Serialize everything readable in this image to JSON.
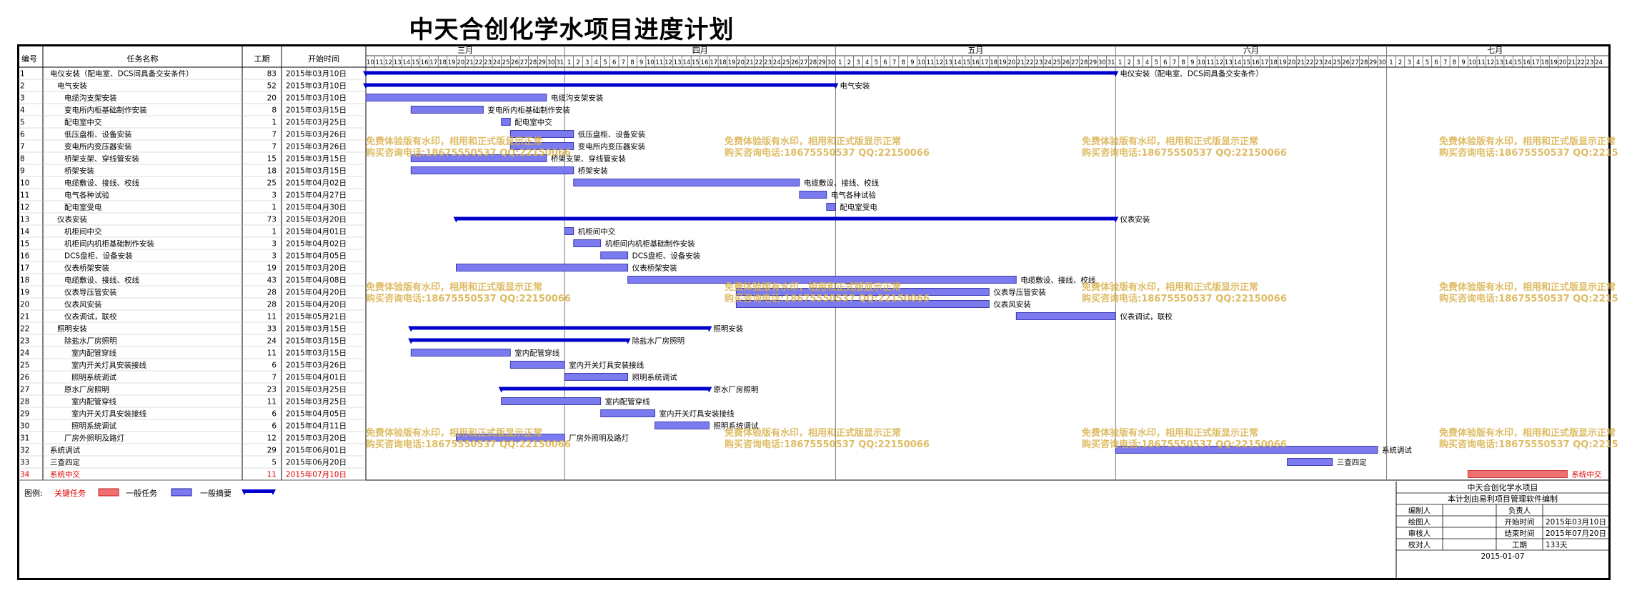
{
  "title": "中天合创化学水项目进度计划",
  "columns": {
    "id": "编号",
    "name": "任务名称",
    "duration": "工期",
    "start": "开始时间"
  },
  "months": [
    {
      "label": "三月",
      "days": [
        "10",
        "11",
        "12",
        "13",
        "14",
        "15",
        "16",
        "17",
        "18",
        "19",
        "20",
        "21",
        "22",
        "23",
        "24",
        "25",
        "26",
        "27",
        "28",
        "29",
        "30",
        "31"
      ]
    },
    {
      "label": "四月",
      "days": [
        "1",
        "2",
        "3",
        "4",
        "5",
        "6",
        "7",
        "8",
        "9",
        "10",
        "11",
        "12",
        "13",
        "14",
        "15",
        "16",
        "17",
        "18",
        "19",
        "20",
        "21",
        "22",
        "23",
        "24",
        "25",
        "26",
        "27",
        "28",
        "29",
        "30"
      ]
    },
    {
      "label": "五月",
      "days": [
        "1",
        "2",
        "3",
        "4",
        "5",
        "6",
        "7",
        "8",
        "9",
        "10",
        "11",
        "12",
        "13",
        "14",
        "15",
        "16",
        "17",
        "18",
        "19",
        "20",
        "21",
        "22",
        "23",
        "24",
        "25",
        "26",
        "27",
        "28",
        "29",
        "30",
        "31"
      ]
    },
    {
      "label": "六月",
      "days": [
        "1",
        "2",
        "3",
        "4",
        "5",
        "6",
        "7",
        "8",
        "9",
        "10",
        "11",
        "12",
        "13",
        "14",
        "15",
        "16",
        "17",
        "18",
        "19",
        "20",
        "21",
        "22",
        "23",
        "24",
        "25",
        "26",
        "27",
        "28",
        "29",
        "30"
      ]
    },
    {
      "label": "七月",
      "days": [
        "1",
        "2",
        "3",
        "4",
        "5",
        "6",
        "7",
        "8",
        "9",
        "10",
        "11",
        "12",
        "13",
        "14",
        "15",
        "16",
        "17",
        "18",
        "19",
        "20",
        "21",
        "22",
        "23",
        "24"
      ]
    }
  ],
  "chart_data": {
    "type": "gantt",
    "tasks": [
      {
        "id": "1",
        "name": "电仪安装（配电室、DCS间具备交安条件）",
        "duration": 83,
        "start": "2015年03月10日",
        "kind": "summary",
        "label": "电仪安装（配电室、DCS间具备交安条件）",
        "indent": 0
      },
      {
        "id": "2",
        "name": "电气安装",
        "duration": 52,
        "start": "2015年03月10日",
        "kind": "summary",
        "label": "电气安装",
        "indent": 1
      },
      {
        "id": "3",
        "name": "电缆沟支架安装",
        "duration": 20,
        "start": "2015年03月10日",
        "kind": "task",
        "label": "电缆沟支架安装",
        "indent": 2
      },
      {
        "id": "4",
        "name": "变电所内柜基础制作安装",
        "duration": 8,
        "start": "2015年03月15日",
        "kind": "task",
        "label": "变电所内柜基础制作安装",
        "indent": 2
      },
      {
        "id": "5",
        "name": "配电室中交",
        "duration": 1,
        "start": "2015年03月25日",
        "kind": "task",
        "label": "配电室中交",
        "indent": 2
      },
      {
        "id": "6",
        "name": "低压盘柜、设备安装",
        "duration": 7,
        "start": "2015年03月26日",
        "kind": "task",
        "label": "低压盘柜、设备安装",
        "indent": 2
      },
      {
        "id": "7",
        "name": "变电所内变压器安装",
        "duration": 7,
        "start": "2015年03月26日",
        "kind": "task",
        "label": "变电所内变压器安装",
        "indent": 2
      },
      {
        "id": "8",
        "name": "桥架支架、穿线管安装",
        "duration": 15,
        "start": "2015年03月15日",
        "kind": "task",
        "label": "桥架支架、穿线管安装",
        "indent": 2
      },
      {
        "id": "9",
        "name": "桥架安装",
        "duration": 18,
        "start": "2015年03月15日",
        "kind": "task",
        "label": "桥架安装",
        "indent": 2
      },
      {
        "id": "10",
        "name": "电缆敷设、接线、校线",
        "duration": 25,
        "start": "2015年04月02日",
        "kind": "task",
        "label": "电缆敷设、接线、校线",
        "indent": 2
      },
      {
        "id": "11",
        "name": "电气各种试验",
        "duration": 3,
        "start": "2015年04月27日",
        "kind": "task",
        "label": "电气各种试验",
        "indent": 2
      },
      {
        "id": "12",
        "name": "配电室受电",
        "duration": 1,
        "start": "2015年04月30日",
        "kind": "task",
        "label": "配电室受电",
        "indent": 2
      },
      {
        "id": "13",
        "name": "仪表安装",
        "duration": 73,
        "start": "2015年03月20日",
        "kind": "summary",
        "label": "仪表安装",
        "indent": 1
      },
      {
        "id": "14",
        "name": "机柜间中交",
        "duration": 1,
        "start": "2015年04月01日",
        "kind": "task",
        "label": "机柜间中交",
        "indent": 2
      },
      {
        "id": "15",
        "name": "机柜间内机柜基础制作安装",
        "duration": 3,
        "start": "2015年04月02日",
        "kind": "task",
        "label": "机柜间内机柜基础制作安装",
        "indent": 2
      },
      {
        "id": "16",
        "name": "DCS盘柜、设备安装",
        "duration": 3,
        "start": "2015年04月05日",
        "kind": "task",
        "label": "DCS盘柜、设备安装",
        "indent": 2
      },
      {
        "id": "17",
        "name": "仪表桥架安装",
        "duration": 19,
        "start": "2015年03月20日",
        "kind": "task",
        "label": "仪表桥架安装",
        "indent": 2
      },
      {
        "id": "18",
        "name": "电缆敷设、接线、校线",
        "duration": 43,
        "start": "2015年04月08日",
        "kind": "task",
        "label": "电缆敷设、接线、校线",
        "indent": 2
      },
      {
        "id": "19",
        "name": "仪表导压管安装",
        "duration": 28,
        "start": "2015年04月20日",
        "kind": "task",
        "label": "仪表导压管安装",
        "indent": 2
      },
      {
        "id": "20",
        "name": "仪表风安装",
        "duration": 28,
        "start": "2015年04月20日",
        "kind": "task",
        "label": "仪表风安装",
        "indent": 2
      },
      {
        "id": "21",
        "name": "仪表调试，联校",
        "duration": 11,
        "start": "2015年05月21日",
        "kind": "task",
        "label": "仪表调试，联校",
        "indent": 2
      },
      {
        "id": "22",
        "name": "照明安装",
        "duration": 33,
        "start": "2015年03月15日",
        "kind": "summary",
        "label": "照明安装",
        "indent": 1
      },
      {
        "id": "23",
        "name": "除盐水厂房照明",
        "duration": 24,
        "start": "2015年03月15日",
        "kind": "summary",
        "label": "除盐水厂房照明",
        "indent": 2
      },
      {
        "id": "24",
        "name": "室内配管穿线",
        "duration": 11,
        "start": "2015年03月15日",
        "kind": "task",
        "label": "室内配管穿线",
        "indent": 3
      },
      {
        "id": "25",
        "name": "室内开关灯具安装接线",
        "duration": 6,
        "start": "2015年03月26日",
        "kind": "task",
        "label": "室内开关灯具安装接线",
        "indent": 3
      },
      {
        "id": "26",
        "name": "照明系统调试",
        "duration": 7,
        "start": "2015年04月01日",
        "kind": "task",
        "label": "照明系统调试",
        "indent": 3
      },
      {
        "id": "27",
        "name": "原水厂房照明",
        "duration": 23,
        "start": "2015年03月25日",
        "kind": "summary",
        "label": "原水厂房照明",
        "indent": 2
      },
      {
        "id": "28",
        "name": "室内配管穿线",
        "duration": 11,
        "start": "2015年03月25日",
        "kind": "task",
        "label": "室内配管穿线",
        "indent": 3
      },
      {
        "id": "29",
        "name": "室内开关灯具安装接线",
        "duration": 6,
        "start": "2015年04月05日",
        "kind": "task",
        "label": "室内开关灯具安装接线",
        "indent": 3
      },
      {
        "id": "30",
        "name": "照明系统调试",
        "duration": 6,
        "start": "2015年04月11日",
        "kind": "task",
        "label": "照明系统调试",
        "indent": 3
      },
      {
        "id": "31",
        "name": "厂房外照明及路灯",
        "duration": 12,
        "start": "2015年03月20日",
        "kind": "task",
        "label": "厂房外照明及路灯",
        "indent": 2
      },
      {
        "id": "32",
        "name": "系统调试",
        "duration": 29,
        "start": "2015年06月01日",
        "kind": "task",
        "label": "系统调试",
        "indent": 0
      },
      {
        "id": "33",
        "name": "三查四定",
        "duration": 5,
        "start": "2015年06月20日",
        "kind": "task",
        "label": "三查四定",
        "indent": 0
      },
      {
        "id": "34",
        "name": "系统中交",
        "duration": 11,
        "start": "2015年07月10日",
        "kind": "critical",
        "label": "系统中交",
        "indent": 0
      }
    ]
  },
  "legend": {
    "title": "图例:",
    "critical": "关键任务",
    "normal": "一般任务",
    "summary": "一般摘要",
    "critical_color": "#f07070",
    "normal_color": "#7b7bef",
    "summary_color": "#0000cc"
  },
  "watermark": {
    "line1": "免费体验版有水印，相用和正式版显示正常",
    "line2": "购买咨询电话:18675550537 QQ:22150066"
  },
  "info_box": {
    "project": "中天合创化学水项目",
    "software": "本计划由易利项目管理软件编制",
    "rows": [
      [
        "编制人",
        "",
        "负责人",
        ""
      ],
      [
        "绘图人",
        "",
        "开始时间",
        "2015年03月10日"
      ],
      [
        "审核人",
        "",
        "结束时间",
        "2015年07月20日"
      ],
      [
        "校对人",
        "",
        "工期",
        "133天"
      ]
    ],
    "date": "2015-01-07"
  }
}
